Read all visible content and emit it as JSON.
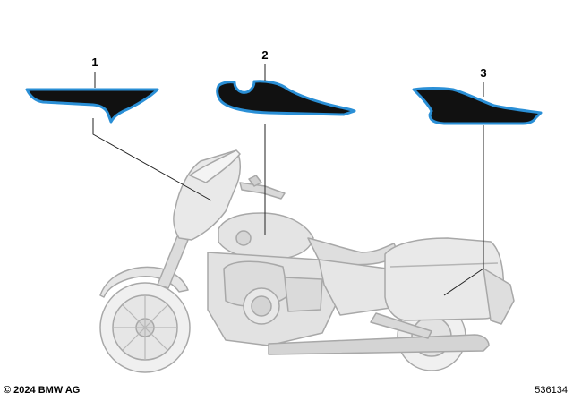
{
  "callouts": [
    {
      "label": "1"
    },
    {
      "label": "2"
    },
    {
      "label": "3"
    }
  ],
  "footer": {
    "copyright": "© 2024 BMW AG",
    "diagram_number": "536134"
  },
  "colors": {
    "decal_fill": "#111111",
    "decal_outline": "#2a8fd6",
    "bike_fill": "#e6e6e6",
    "bike_stroke": "#a8a8a8"
  }
}
